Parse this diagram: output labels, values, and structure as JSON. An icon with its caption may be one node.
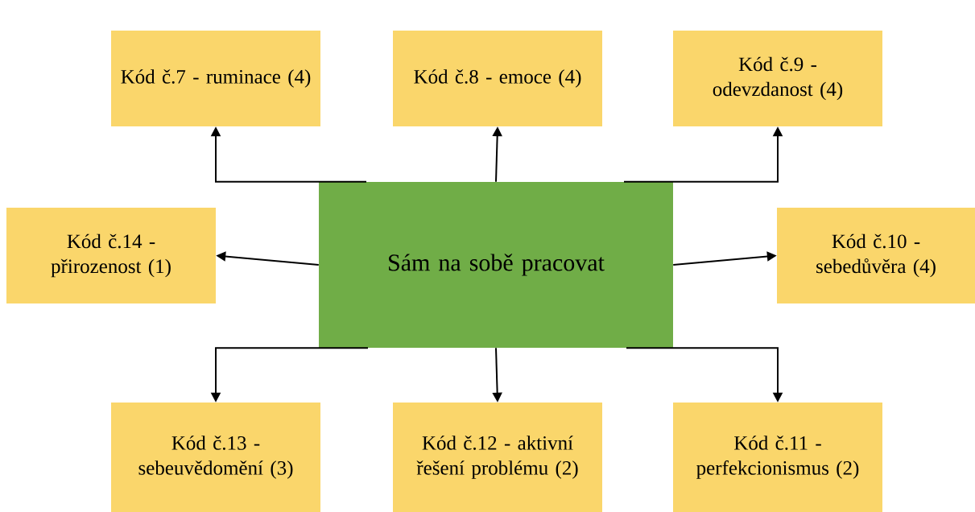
{
  "diagram": {
    "nodes": [
      {
        "text": [
          "Kód č.7 - ruminace (4)"
        ]
      },
      {
        "text": [
          "Kód č.8 - emoce (4)"
        ]
      },
      {
        "text": [
          "Kód č.9 - odevzdanost (4)"
        ]
      },
      {
        "text": [
          "Kód č.14 - přirozenost (1)"
        ]
      },
      {
        "text": [
          "Sám na sobě pracovat"
        ]
      },
      {
        "text": [
          "Kód č.10 - sebedůvěra (4)"
        ]
      },
      {
        "text": [
          "Kód č.13 - sebeuvědomění (3)"
        ]
      },
      {
        "text": [
          "Kód č.12 - aktivní řešení problému (2)"
        ]
      },
      {
        "text": [
          "Kód č.11 - perfekcionismus (2)"
        ]
      }
    ],
    "edges": [
      {
        "from": 4,
        "to": 0,
        "arrow": "to"
      },
      {
        "from": 4,
        "to": 1,
        "arrow": "to"
      },
      {
        "from": 4,
        "to": 2,
        "arrow": "to"
      },
      {
        "from": 4,
        "to": 3,
        "arrow": "to"
      },
      {
        "from": 4,
        "to": 5,
        "arrow": "to"
      },
      {
        "from": 4,
        "to": 6,
        "arrow": "to"
      },
      {
        "from": 4,
        "to": 7,
        "arrow": "to"
      },
      {
        "from": 4,
        "to": 8,
        "arrow": "to"
      }
    ]
  }
}
